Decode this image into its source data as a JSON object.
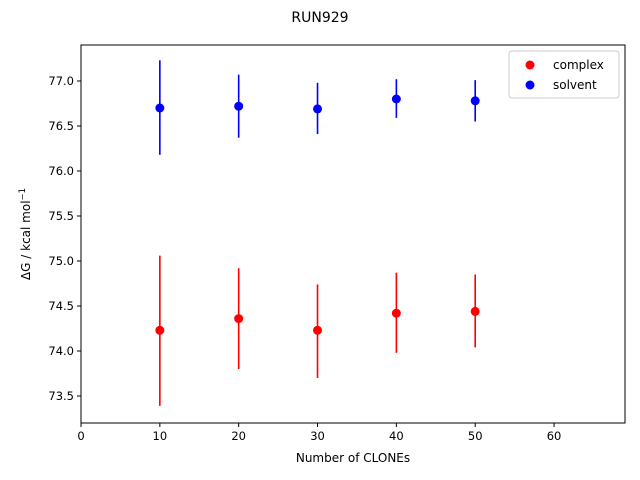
{
  "chart_data": {
    "type": "scatter",
    "title": "RUN929",
    "xlabel": "Number of CLONEs",
    "ylabel": "ΔG / kcal mol",
    "ylabel_sup": "−1",
    "xlim": [
      0,
      69
    ],
    "ylim": [
      73.2,
      77.4
    ],
    "x_ticks": [
      0,
      10,
      20,
      30,
      40,
      50,
      60
    ],
    "y_ticks": [
      73.5,
      74.0,
      74.5,
      75.0,
      75.5,
      76.0,
      76.5,
      77.0
    ],
    "legend_position": "top-right",
    "grid": false,
    "series": [
      {
        "name": "complex",
        "color": "#ff0000",
        "x": [
          10,
          20,
          30,
          40,
          50
        ],
        "y": [
          74.23,
          74.36,
          74.23,
          74.42,
          74.44
        ],
        "err_low": [
          73.39,
          73.8,
          73.7,
          73.98,
          74.04
        ],
        "err_high": [
          75.06,
          74.92,
          74.74,
          74.87,
          74.85
        ]
      },
      {
        "name": "solvent",
        "color": "#0000ff",
        "x": [
          10,
          20,
          30,
          40,
          50
        ],
        "y": [
          76.7,
          76.72,
          76.69,
          76.8,
          76.78
        ],
        "err_low": [
          76.18,
          76.37,
          76.41,
          76.59,
          76.55
        ],
        "err_high": [
          77.23,
          77.07,
          76.98,
          77.02,
          77.01
        ]
      }
    ]
  }
}
